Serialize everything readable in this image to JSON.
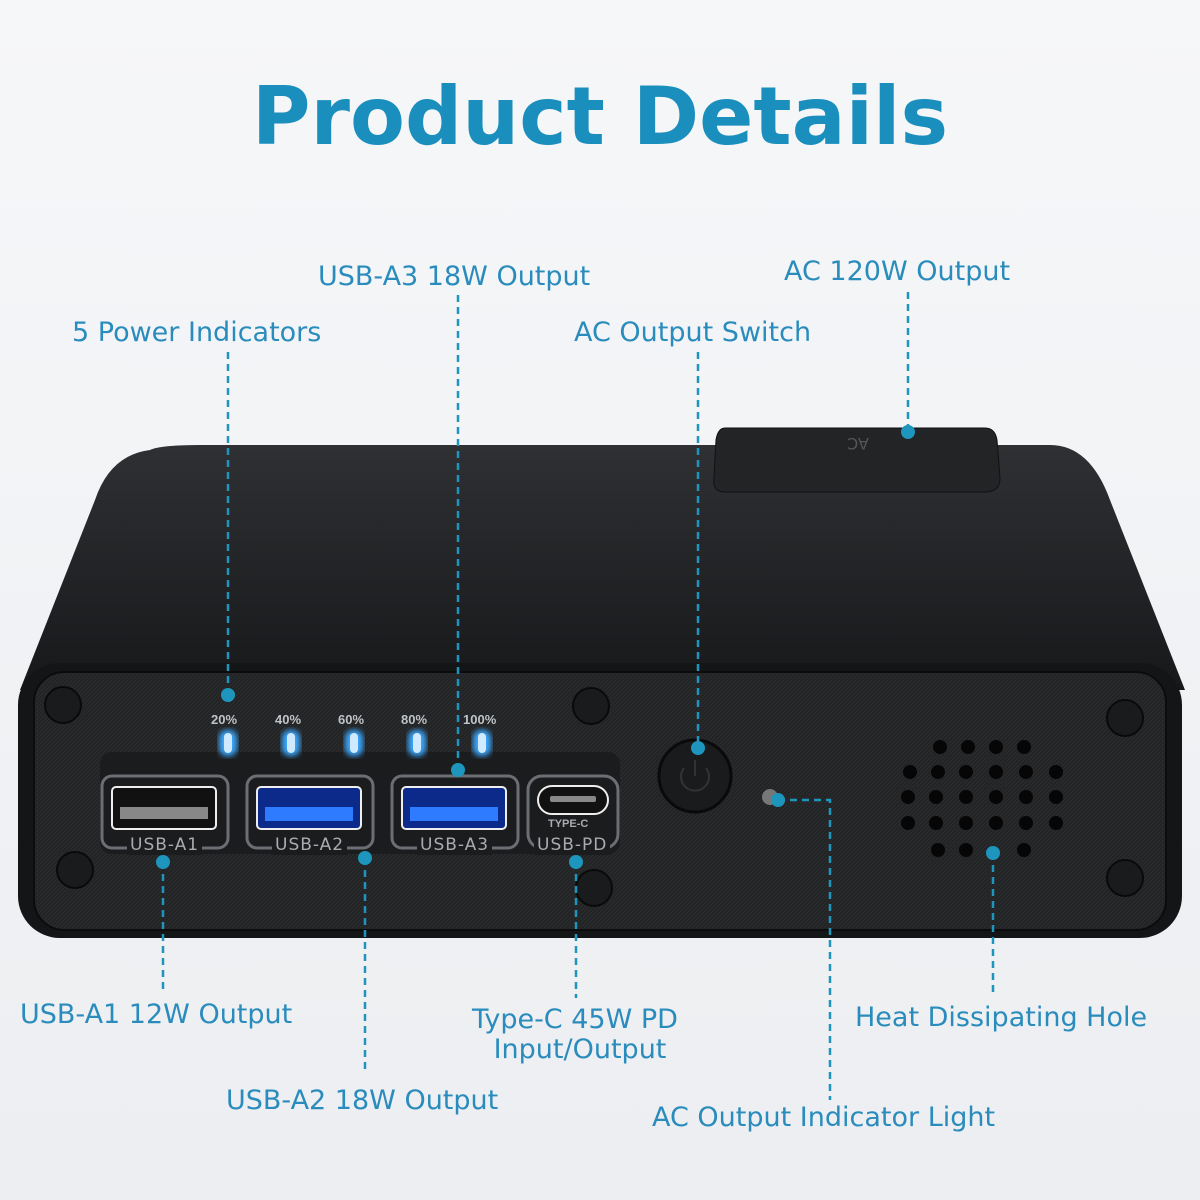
{
  "title": "Product Details",
  "callouts": {
    "power_indicators": "5 Power Indicators",
    "usb_a3": "USB-A3 18W Output",
    "ac_switch": "AC Output Switch",
    "ac_output": "AC 120W Output",
    "usb_a1": "USB-A1 12W Output",
    "usb_a2": "USB-A2 18W Output",
    "type_c_line1": "Type-C 45W PD",
    "type_c_line2": "Input/Output",
    "ac_indicator": "AC Output Indicator Light",
    "heat": "Heat Dissipating Hole"
  },
  "device": {
    "indicator_levels": [
      "20%",
      "40%",
      "60%",
      "80%",
      "100%"
    ],
    "ports": [
      "USB-A1",
      "USB-A2",
      "USB-A3",
      "USB-PD"
    ],
    "type_c_tag": "TYPE-C",
    "ac_socket_text": "AC"
  },
  "colors": {
    "accent": "#1a8fbd",
    "led": "#3aa8ff",
    "body": "#1c1d1f"
  }
}
